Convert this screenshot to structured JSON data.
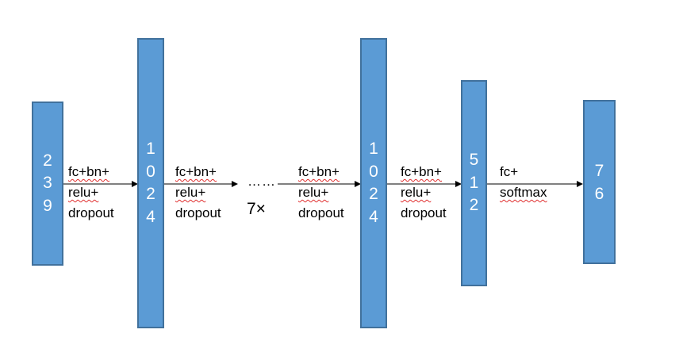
{
  "layers": [
    {
      "id": "input",
      "digits": [
        "2",
        "3",
        "9"
      ]
    },
    {
      "id": "hidden-1",
      "digits": [
        "1",
        "0",
        "2",
        "4"
      ]
    },
    {
      "id": "hidden-last",
      "digits": [
        "1",
        "0",
        "2",
        "4"
      ]
    },
    {
      "id": "hidden-512",
      "digits": [
        "5",
        "1",
        "2"
      ]
    },
    {
      "id": "output",
      "digits": [
        "7",
        "6"
      ]
    }
  ],
  "ops": [
    {
      "lines": [
        "fc+bn+",
        "relu+",
        "dropout"
      ]
    },
    {
      "lines": [
        "fc+bn+",
        "relu+",
        "dropout"
      ]
    },
    {
      "lines": [
        "fc+bn+",
        "relu+",
        "dropout"
      ]
    },
    {
      "lines": [
        "fc+bn+",
        "relu+",
        "dropout"
      ]
    },
    {
      "lines": [
        "fc+",
        "softmax"
      ]
    }
  ],
  "ellipsis": "……",
  "repeat_label": "7×",
  "colors": {
    "layer_fill": "#5b9bd5",
    "layer_border": "#41719c",
    "arrow": "#000000"
  }
}
